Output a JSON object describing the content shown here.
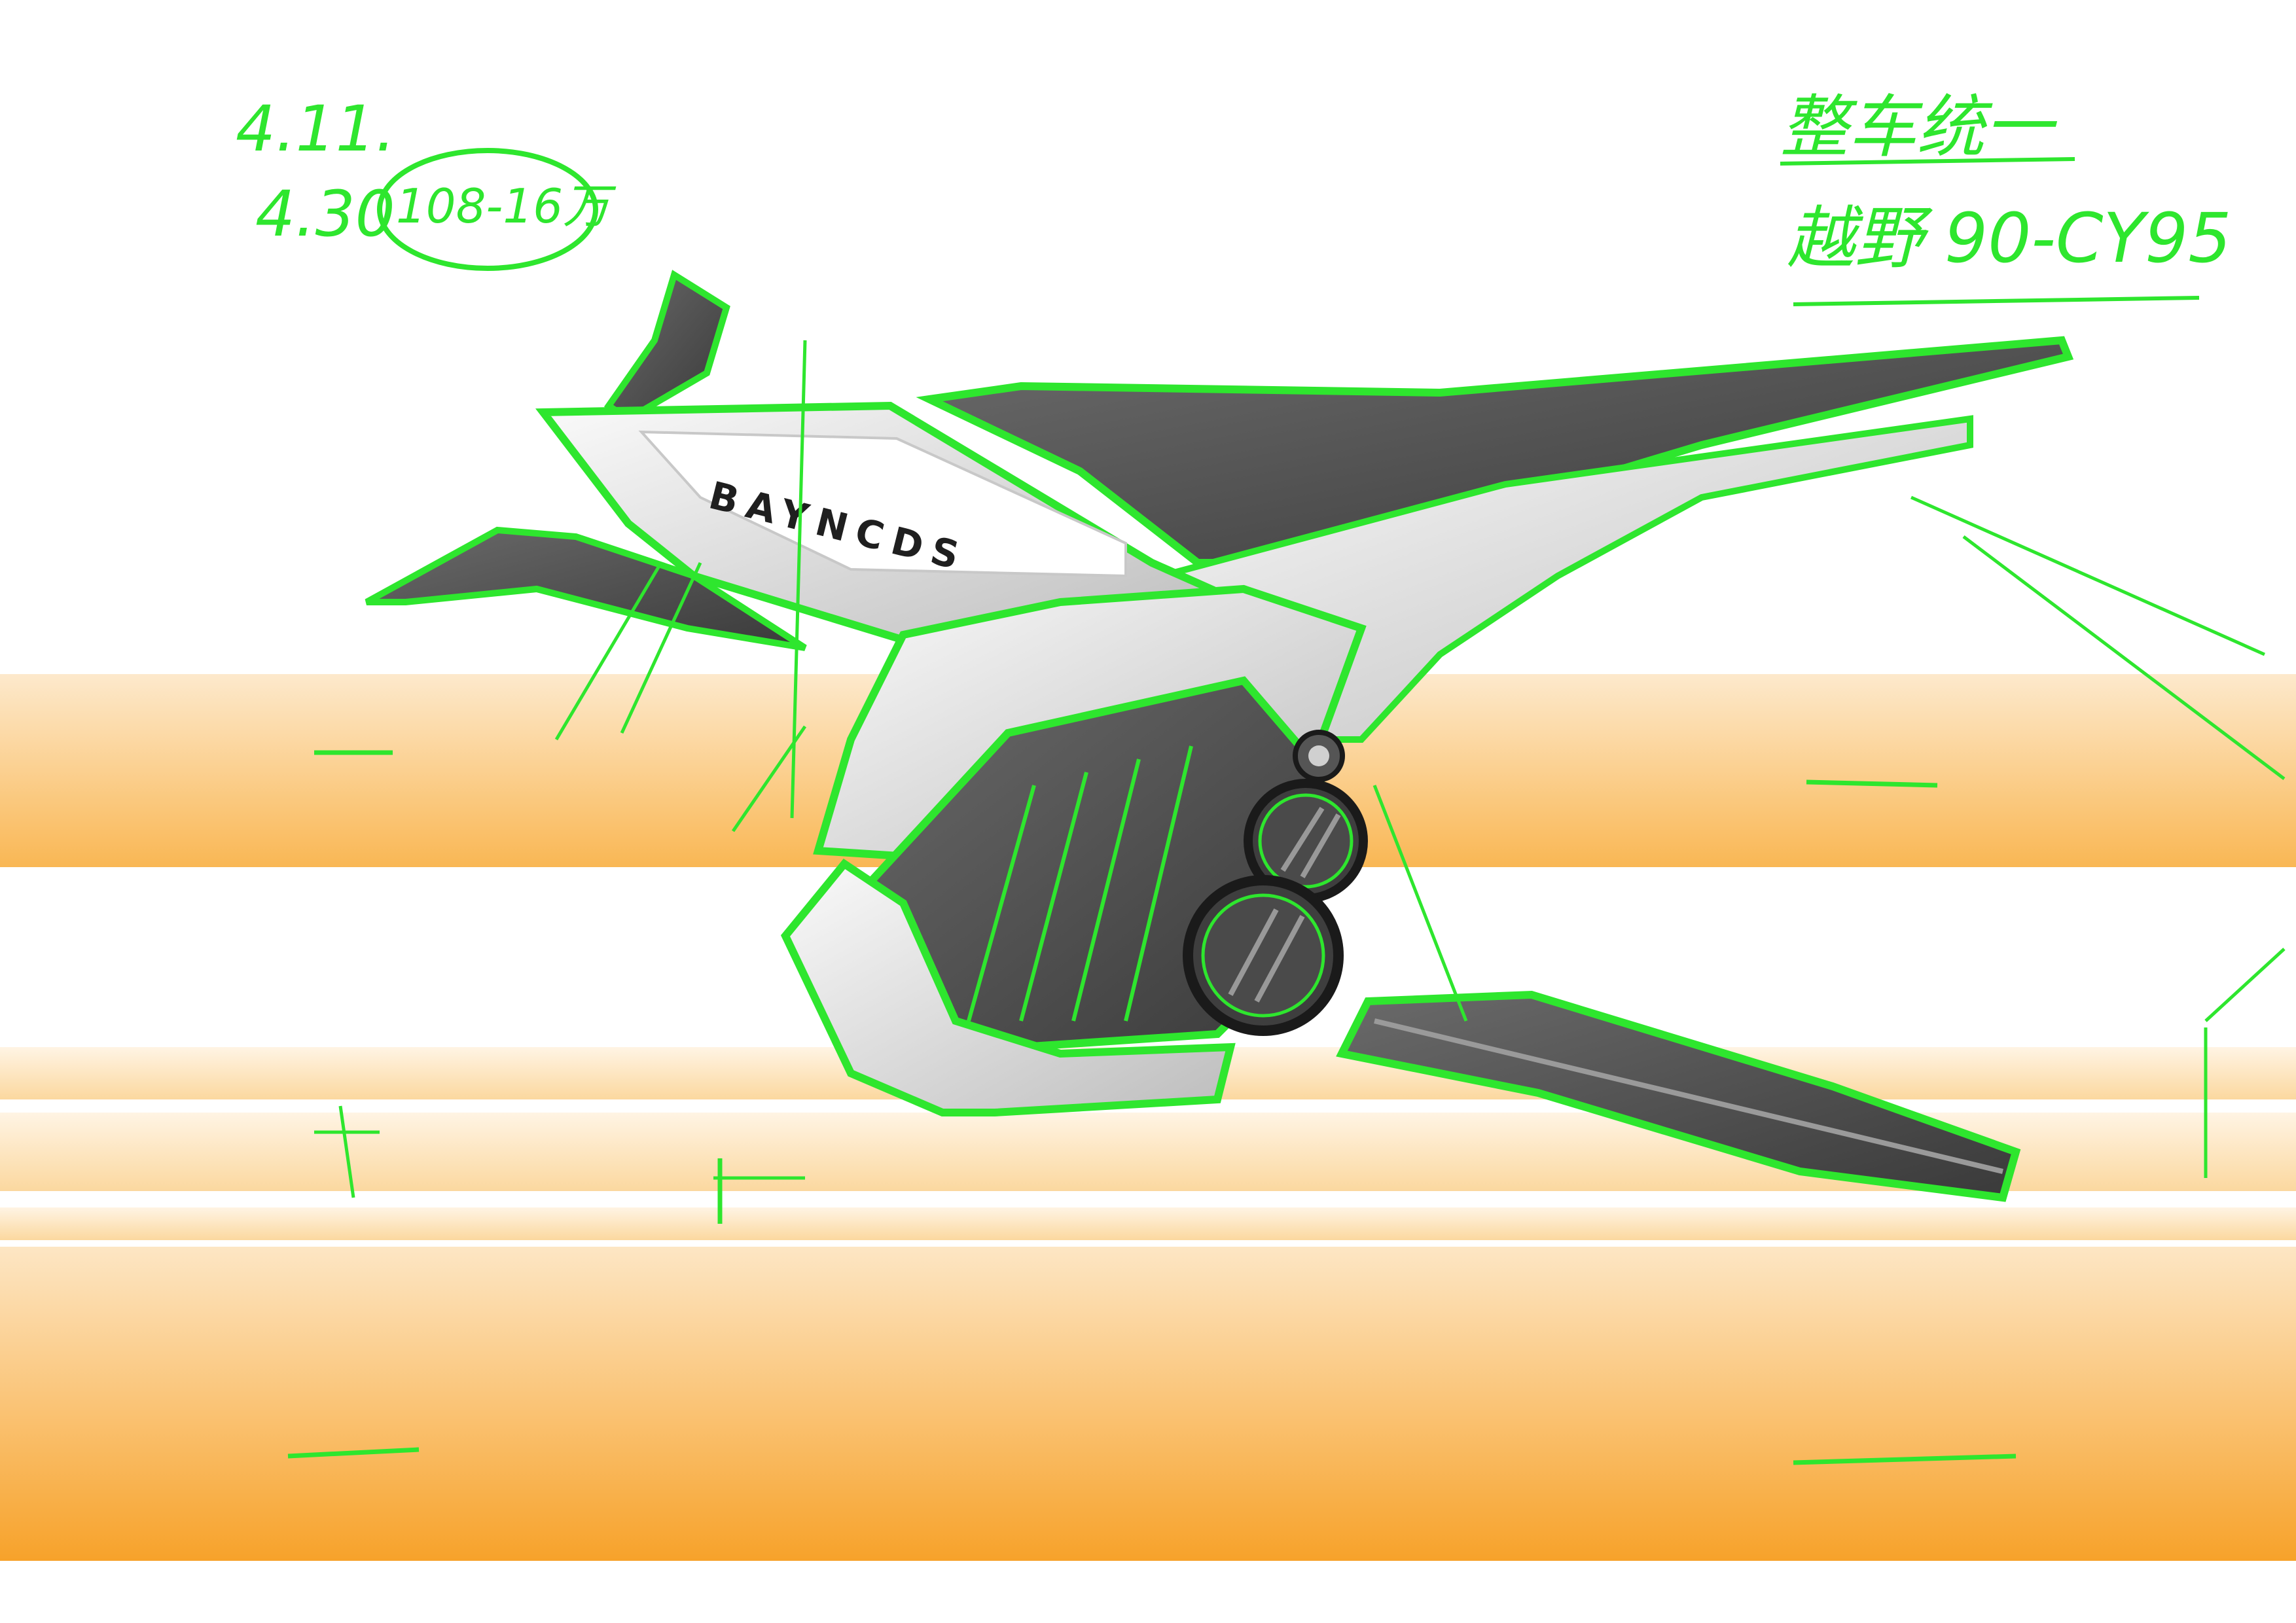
{
  "sketch": {
    "brand_logo": "BAYNCDS",
    "notes_left": {
      "line1": "4.11.",
      "line2": "4.30",
      "circled": "108-16万"
    },
    "notes_right": {
      "line1": "整车统一",
      "line2": "越野 90-CY95"
    }
  },
  "colors": {
    "outline_green": "#2ee62e",
    "orange_band": "#f7a531",
    "body_dark": "#555555",
    "body_light": "#e4e4e4"
  }
}
